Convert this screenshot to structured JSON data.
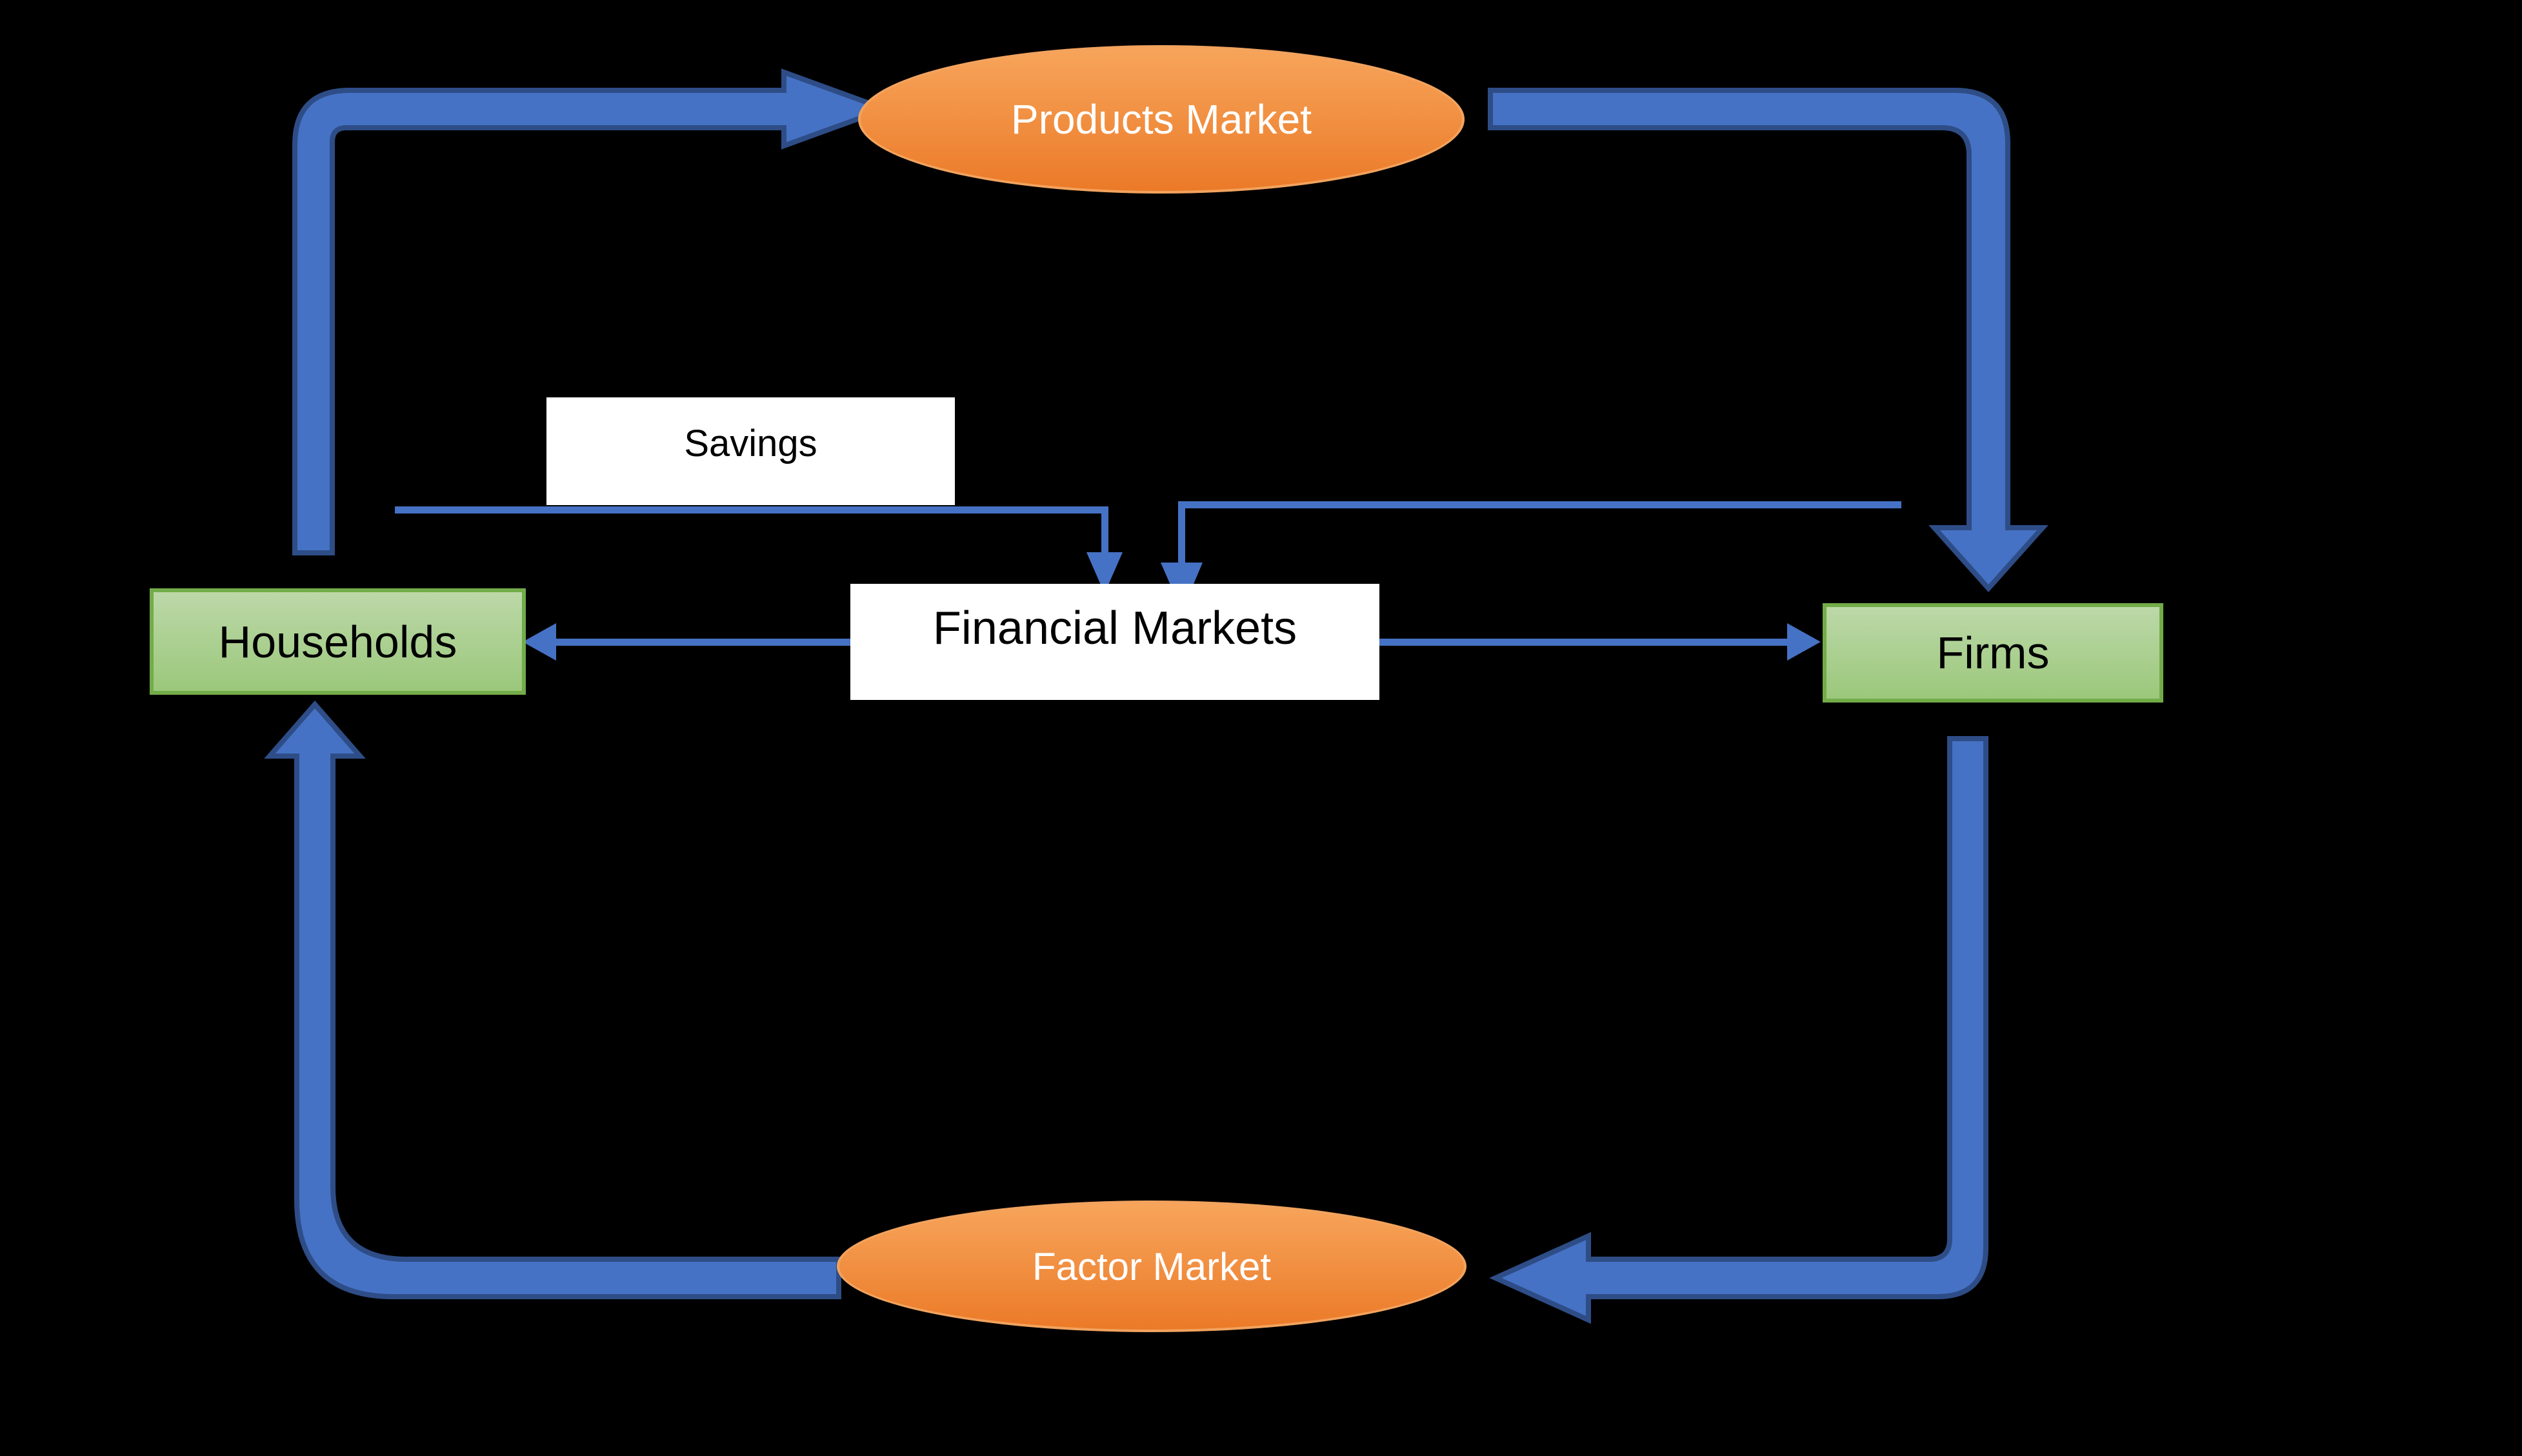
{
  "canvas": {
    "background": "#000000"
  },
  "nodes": {
    "products_market": {
      "label": "Products Market",
      "shape": "ellipse",
      "text_color": "#ffffff"
    },
    "factor_market": {
      "label": "Factor Market",
      "shape": "ellipse",
      "text_color": "#ffffff"
    },
    "households": {
      "label": "Households",
      "shape": "rect",
      "text_color": "#000000"
    },
    "firms": {
      "label": "Firms",
      "shape": "rect",
      "text_color": "#000000"
    },
    "savings": {
      "label": "Savings",
      "shape": "rect",
      "text_color": "#000000"
    },
    "financial_markets": {
      "label": "Financial Markets",
      "shape": "rect",
      "text_color": "#000000"
    }
  },
  "colors": {
    "background": "#000000",
    "flow_arrow_fill": "#4572c4",
    "flow_arrow_border": "#2e4d87",
    "orange_top": "#f7a55b",
    "orange_bottom": "#eb7a28",
    "orange_rim": "#f2a35e",
    "green_top": "#bcd8a8",
    "green_bottom": "#9bc87b",
    "green_border": "#72ac49",
    "white_box": "#ffffff"
  },
  "flows": [
    {
      "id": "households-to-products-market",
      "style": "thick"
    },
    {
      "id": "products-market-to-firms",
      "style": "thick"
    },
    {
      "id": "firms-to-factor-market",
      "style": "thick"
    },
    {
      "id": "factor-market-to-households",
      "style": "thick"
    },
    {
      "id": "savings-line-into-financial-markets",
      "style": "thin"
    },
    {
      "id": "right-line-into-financial-markets",
      "style": "thin"
    },
    {
      "id": "financial-markets-to-households",
      "style": "thin"
    },
    {
      "id": "financial-markets-to-firms",
      "style": "thin"
    }
  ]
}
